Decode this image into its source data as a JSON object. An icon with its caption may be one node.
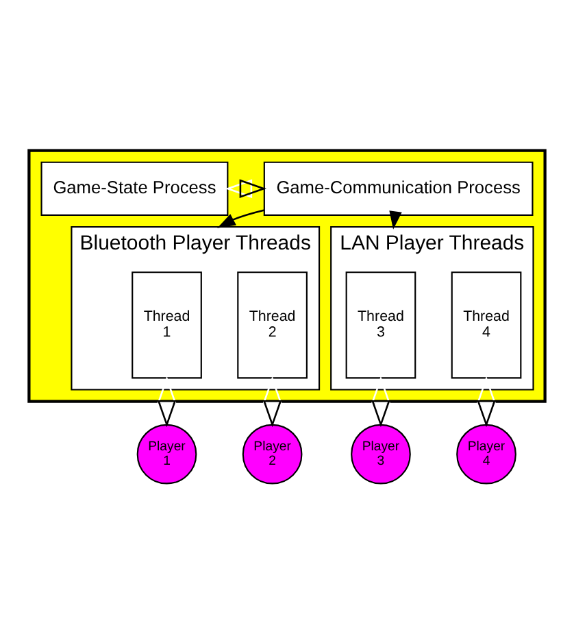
{
  "diagram": {
    "nodes": [
      {
        "text": [],
        "shape": "box"
      },
      {
        "text": [
          "Game-State Process"
        ],
        "in": 0
      },
      {
        "text": [
          "Game-Communication Process"
        ],
        "in": 0
      },
      {
        "text": [
          "Bluetooth Player Threads"
        ],
        "in": 0
      },
      {
        "text": [
          "Thread 1"
        ],
        "in": 3
      },
      {
        "text": [
          "Thread 2"
        ],
        "in": 3
      },
      {
        "text": [
          "LAN Player Threads"
        ],
        "in": 0
      },
      {
        "text": [
          "Thread 3"
        ],
        "in": 6
      },
      {
        "text": [
          "Thread 4"
        ],
        "in": 6
      },
      {
        "text": [
          "Player 1"
        ]
      },
      {
        "text": [
          "Player 2"
        ]
      },
      {
        "text": [
          "Player 3"
        ]
      },
      {
        "text": [
          "Player 4"
        ]
      }
    ],
    "edges": [
      {
        "from": 1,
        "to": 2,
        "arrow": "both"
      },
      {
        "from": 2,
        "to": 3,
        "arrow": "to"
      },
      {
        "from": 2,
        "to": 6,
        "arrow": "to"
      },
      {
        "from": 4,
        "to": 9,
        "arrow": "both"
      },
      {
        "from": 5,
        "to": 10,
        "arrow": "both"
      },
      {
        "from": 7,
        "to": 11,
        "arrow": "both"
      },
      {
        "from": 8,
        "to": 12,
        "arrow": "both"
      }
    ]
  }
}
